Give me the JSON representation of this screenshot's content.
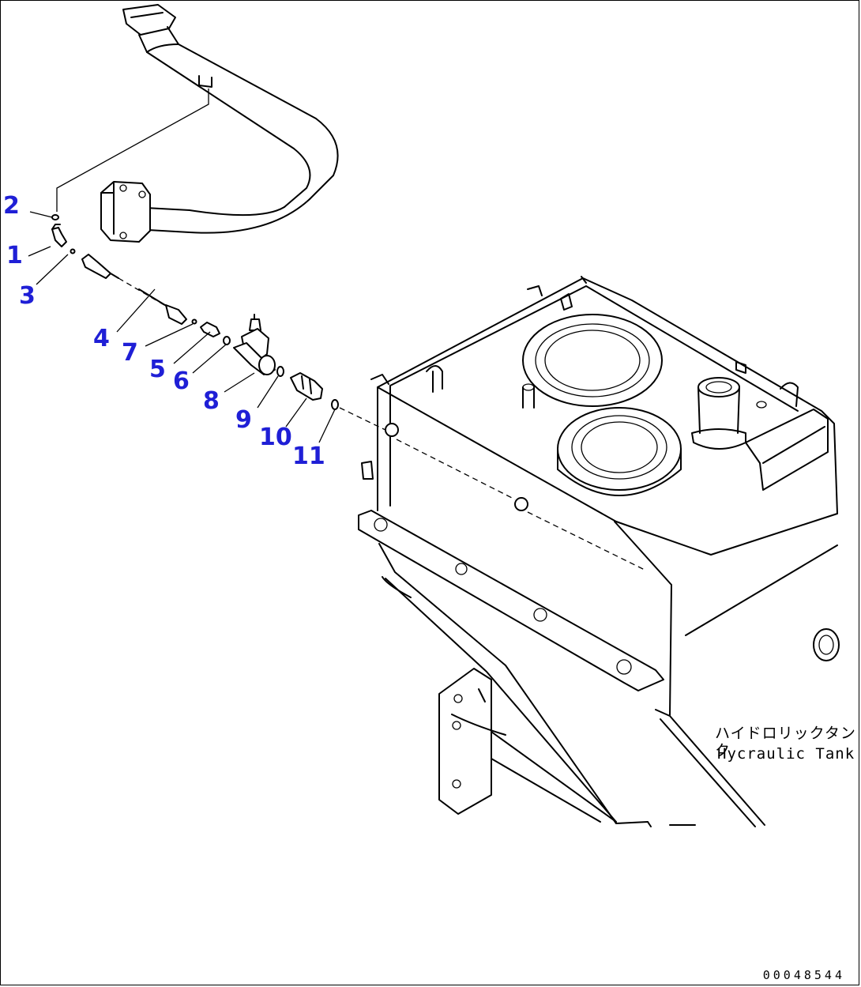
{
  "callouts": [
    {
      "id": "1",
      "label": "1"
    },
    {
      "id": "2",
      "label": "2"
    },
    {
      "id": "3",
      "label": "3"
    },
    {
      "id": "4",
      "label": "4"
    },
    {
      "id": "5",
      "label": "5"
    },
    {
      "id": "6",
      "label": "6"
    },
    {
      "id": "7",
      "label": "7"
    },
    {
      "id": "8",
      "label": "8"
    },
    {
      "id": "9",
      "label": "9"
    },
    {
      "id": "10",
      "label": "10"
    },
    {
      "id": "11",
      "label": "11"
    }
  ],
  "tank_label": {
    "japanese": "ハイドロリックタンク",
    "english": "Hycraulic Tank"
  },
  "document_number": "00048544",
  "colors": {
    "callout": "#1f1fd6",
    "line": "#000000",
    "background": "#ffffff"
  }
}
